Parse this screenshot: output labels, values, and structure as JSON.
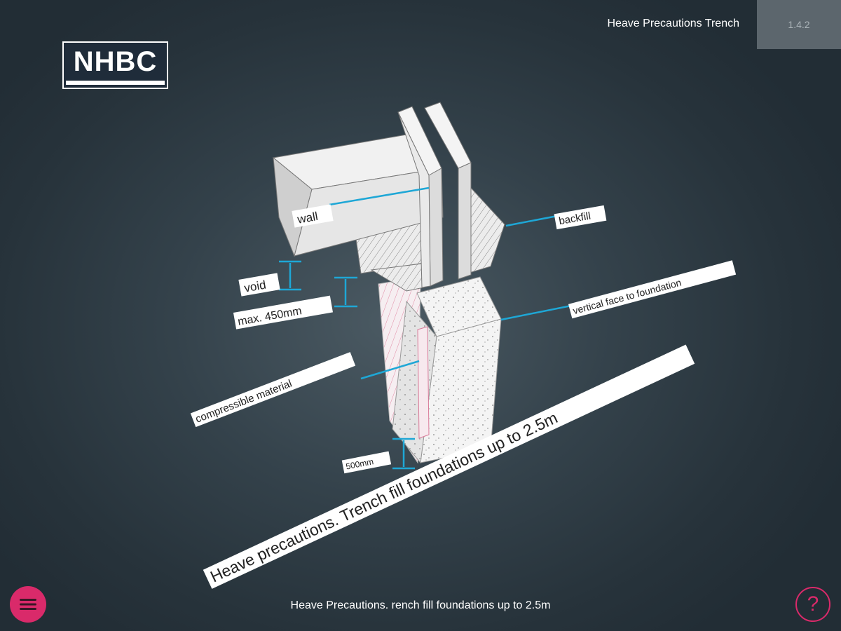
{
  "header": {
    "title": "Heave Precautions Trench",
    "page_number": "1.4.2"
  },
  "logo": {
    "text": "NHBC"
  },
  "diagram": {
    "labels": {
      "wall": "wall",
      "backfill": "backfill",
      "void": "void",
      "max_depth": "max. 450mm",
      "vertical_face": "vertical face to foundation",
      "compressible": "compressible material",
      "depth_500": "500mm",
      "title": "Heave precautions. Trench fill foundations up to 2.5m"
    },
    "colors": {
      "leader": "#1ea7d6",
      "accent": "#d92a6a"
    }
  },
  "footer": {
    "caption": "Heave Precautions. rench fill foundations up to 2.5m",
    "menu_icon": "hamburger-menu-icon",
    "help_icon": "question-mark-icon",
    "help_text": "?"
  }
}
